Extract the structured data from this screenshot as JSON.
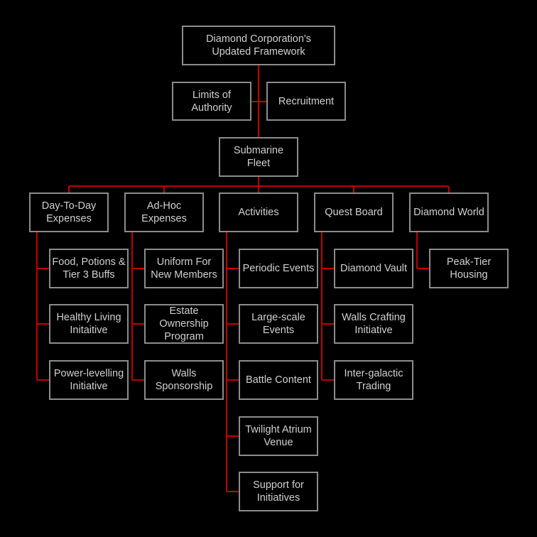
{
  "colors": {
    "background": "#000000",
    "box_border": "#8c8c8c",
    "text": "#d0d0d0",
    "connector": "#c00000"
  },
  "root": {
    "label": "Diamond Corporation's\nUpdated Framework"
  },
  "side_nodes": {
    "limits": {
      "label": "Limits of\nAuthority"
    },
    "recruitment": {
      "label": "Recruitment"
    }
  },
  "hub": {
    "label": "Submarine\nFleet"
  },
  "branches": [
    {
      "label": "Day-To-Day\nExpenses",
      "children": [
        {
          "label": "Food, Potions &\nTier 3 Buffs"
        },
        {
          "label": "Healthy Living\nInitaitive"
        },
        {
          "label": "Power-levelling\nInitiative"
        }
      ]
    },
    {
      "label": "Ad-Hoc\nExpenses",
      "children": [
        {
          "label": "Uniform For\nNew Members"
        },
        {
          "label": "Estate\nOwnership\nProgram"
        },
        {
          "label": "Walls\nSponsorship"
        }
      ]
    },
    {
      "label": "Activities",
      "children": [
        {
          "label": "Periodic Events"
        },
        {
          "label": "Large-scale\nEvents"
        },
        {
          "label": "Battle Content"
        },
        {
          "label": "Twilight Atrium\nVenue"
        },
        {
          "label": "Support for\nInitiatives"
        }
      ]
    },
    {
      "label": "Quest Board",
      "children": [
        {
          "label": "Diamond Vault"
        },
        {
          "label": "Walls Crafting\nInitiative"
        },
        {
          "label": "Inter-galactic\nTrading"
        }
      ]
    },
    {
      "label": "Diamond World",
      "children": [
        {
          "label": "Peak-Tier\nHousing"
        }
      ]
    }
  ]
}
